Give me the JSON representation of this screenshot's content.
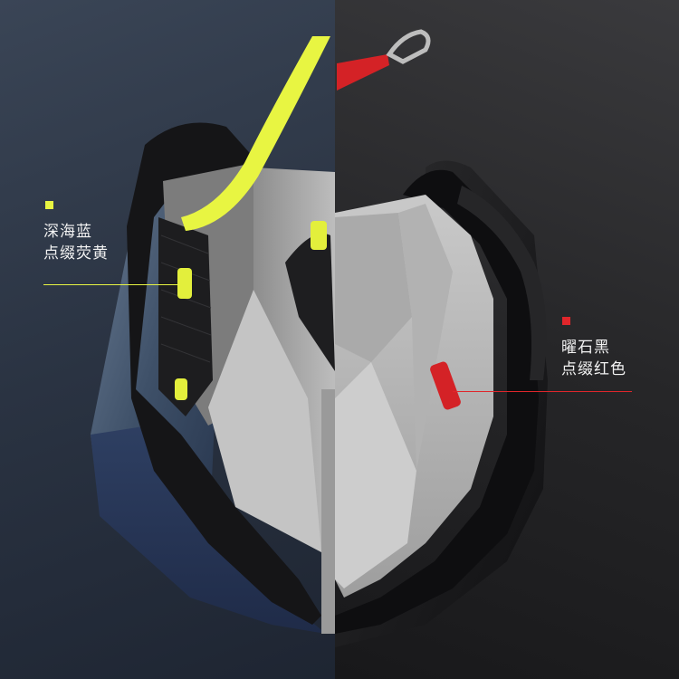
{
  "callouts": {
    "left": {
      "line1": "深海蓝",
      "line2": "点缀荧黄",
      "accent": "#e8f542"
    },
    "right": {
      "line1": "曜石黑",
      "line2": "点缀红色",
      "accent": "#e0262b"
    }
  },
  "colors": {
    "navy_shell": "#34465f",
    "black_shell": "#1a1a1c",
    "lining": "#b9b9b9",
    "accent_yellow": "#e8f542",
    "accent_red": "#e0262b"
  }
}
